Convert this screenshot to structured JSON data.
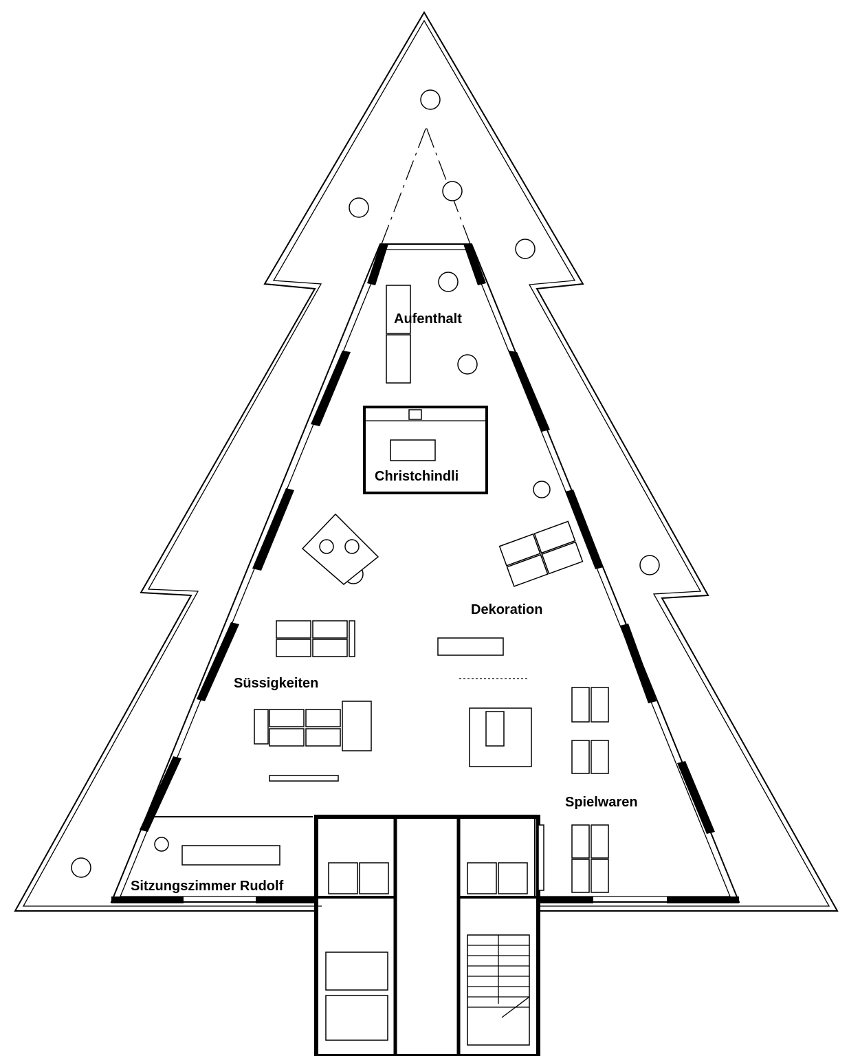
{
  "plan": {
    "rooms": [
      {
        "id": "aufenthalt",
        "label": "Aufenthalt"
      },
      {
        "id": "christchindli",
        "label": "Christchindli"
      },
      {
        "id": "dekoration",
        "label": "Dekoration"
      },
      {
        "id": "suessigkeiten",
        "label": "Süssigkeiten"
      },
      {
        "id": "spielwaren",
        "label": "Spielwaren"
      },
      {
        "id": "sitzungszimmer",
        "label": "Sitzungszimmer Rudolf"
      }
    ]
  }
}
